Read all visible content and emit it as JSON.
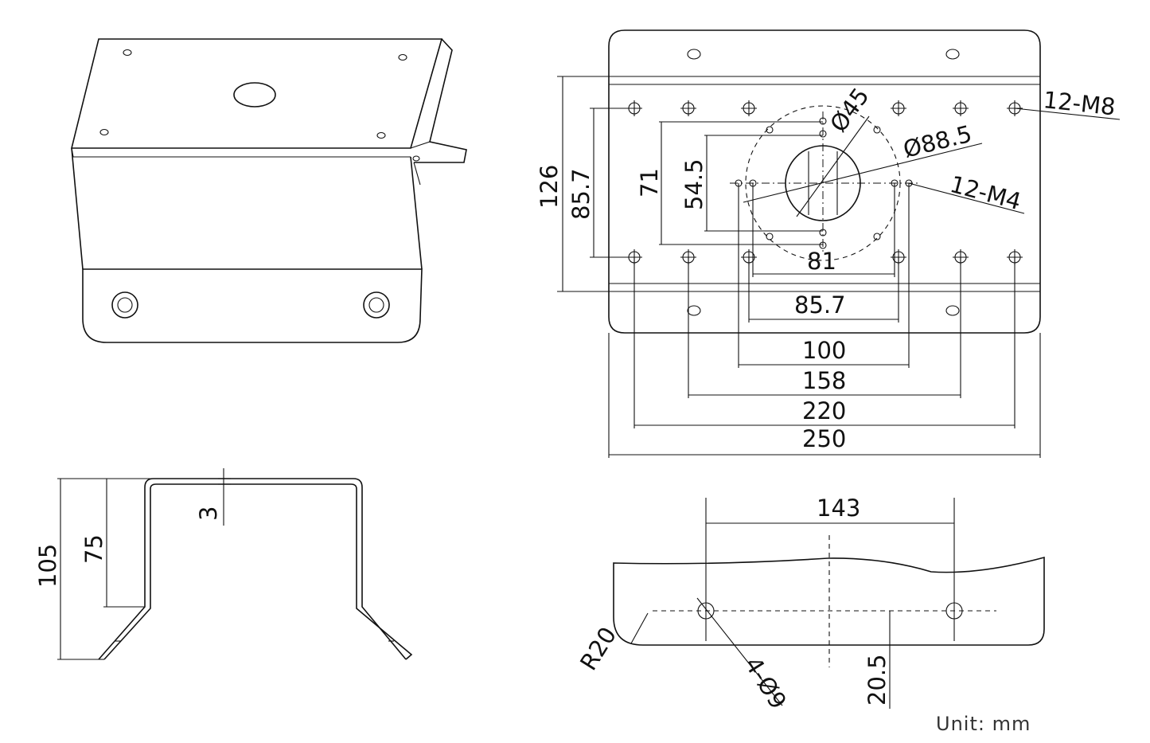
{
  "front_view": {
    "dim_width_holes_top": "12-M8",
    "dim_pcd_outer": "Ø88.5",
    "dim_pcd_inner": "Ø45",
    "dim_holes_small": "12-M4",
    "dim_height_total": "126",
    "dim_height_holes": "85.7",
    "dim_height_71": "71",
    "dim_height_54": "54.5",
    "dim_81": "81",
    "dim_85_7": "85.7",
    "dim_100": "100",
    "dim_158": "158",
    "dim_220": "220",
    "dim_250": "250"
  },
  "side_view": {
    "dim_105": "105",
    "dim_75": "75",
    "dim_3": "3"
  },
  "bottom_view": {
    "dim_143": "143",
    "dim_r20": "R20",
    "dim_holes": "4-Ø9",
    "dim_20_5": "20.5"
  },
  "unit_label": "Unit:  mm"
}
